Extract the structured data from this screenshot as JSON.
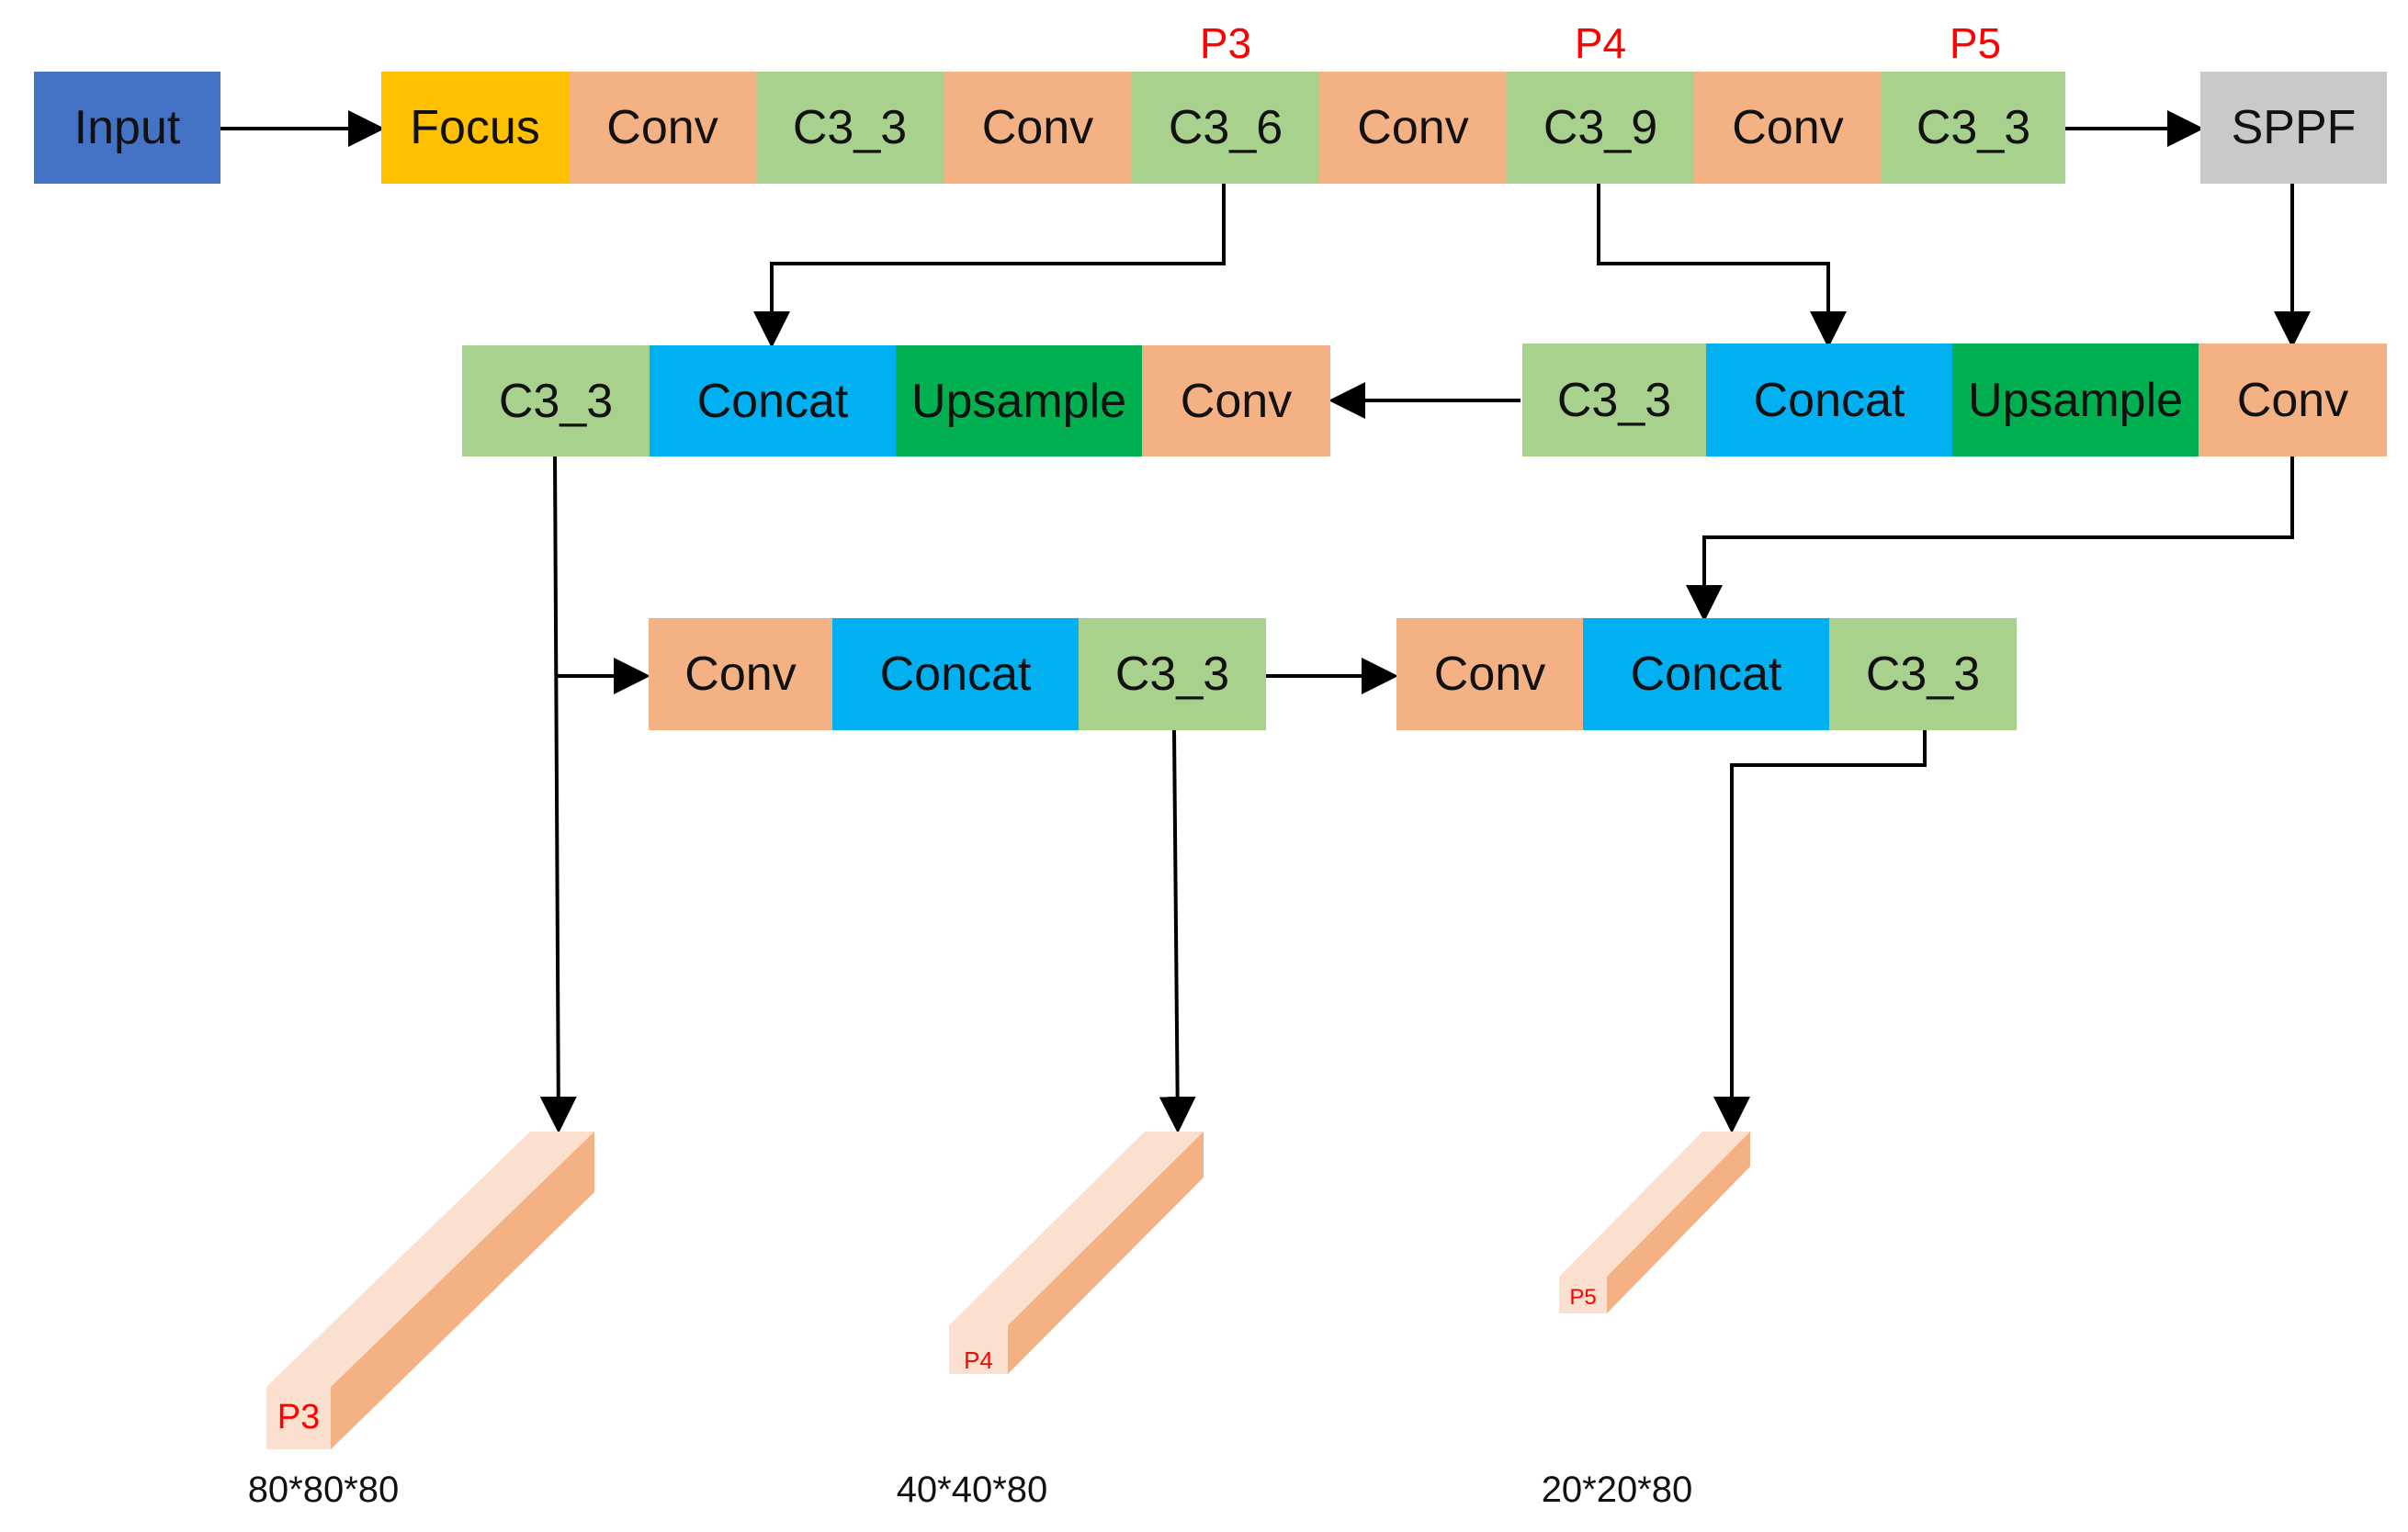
{
  "colors": {
    "input": "#4472c4",
    "focus": "#ffc000",
    "conv": "#f4b183",
    "c3": "#a9d18e",
    "concat": "#00b0f0",
    "upsample": "#00b050",
    "sppf": "#c9c9c9",
    "label_red": "#ff0000",
    "cube_front": "#fbe0cf",
    "cube_side": "#f4b183"
  },
  "backbone": {
    "input": "Input",
    "blocks": [
      "Focus",
      "Conv",
      "C3_3",
      "Conv",
      "C3_6",
      "Conv",
      "C3_9",
      "Conv",
      "C3_3"
    ],
    "sppf": "SPPF",
    "p_labels": [
      "P3",
      "P4",
      "P5"
    ]
  },
  "neck_top_left": [
    "C3_3",
    "Concat",
    "Upsample",
    "Conv"
  ],
  "neck_top_right": [
    "C3_3",
    "Concat",
    "Upsample",
    "Conv"
  ],
  "pan_left": [
    "Conv",
    "Concat",
    "C3_3"
  ],
  "pan_right": [
    "Conv",
    "Concat",
    "C3_3"
  ],
  "outputs": [
    {
      "label": "P3",
      "dims": "80*80*80"
    },
    {
      "label": "P4",
      "dims": "40*40*80"
    },
    {
      "label": "P5",
      "dims": "20*20*80"
    }
  ]
}
